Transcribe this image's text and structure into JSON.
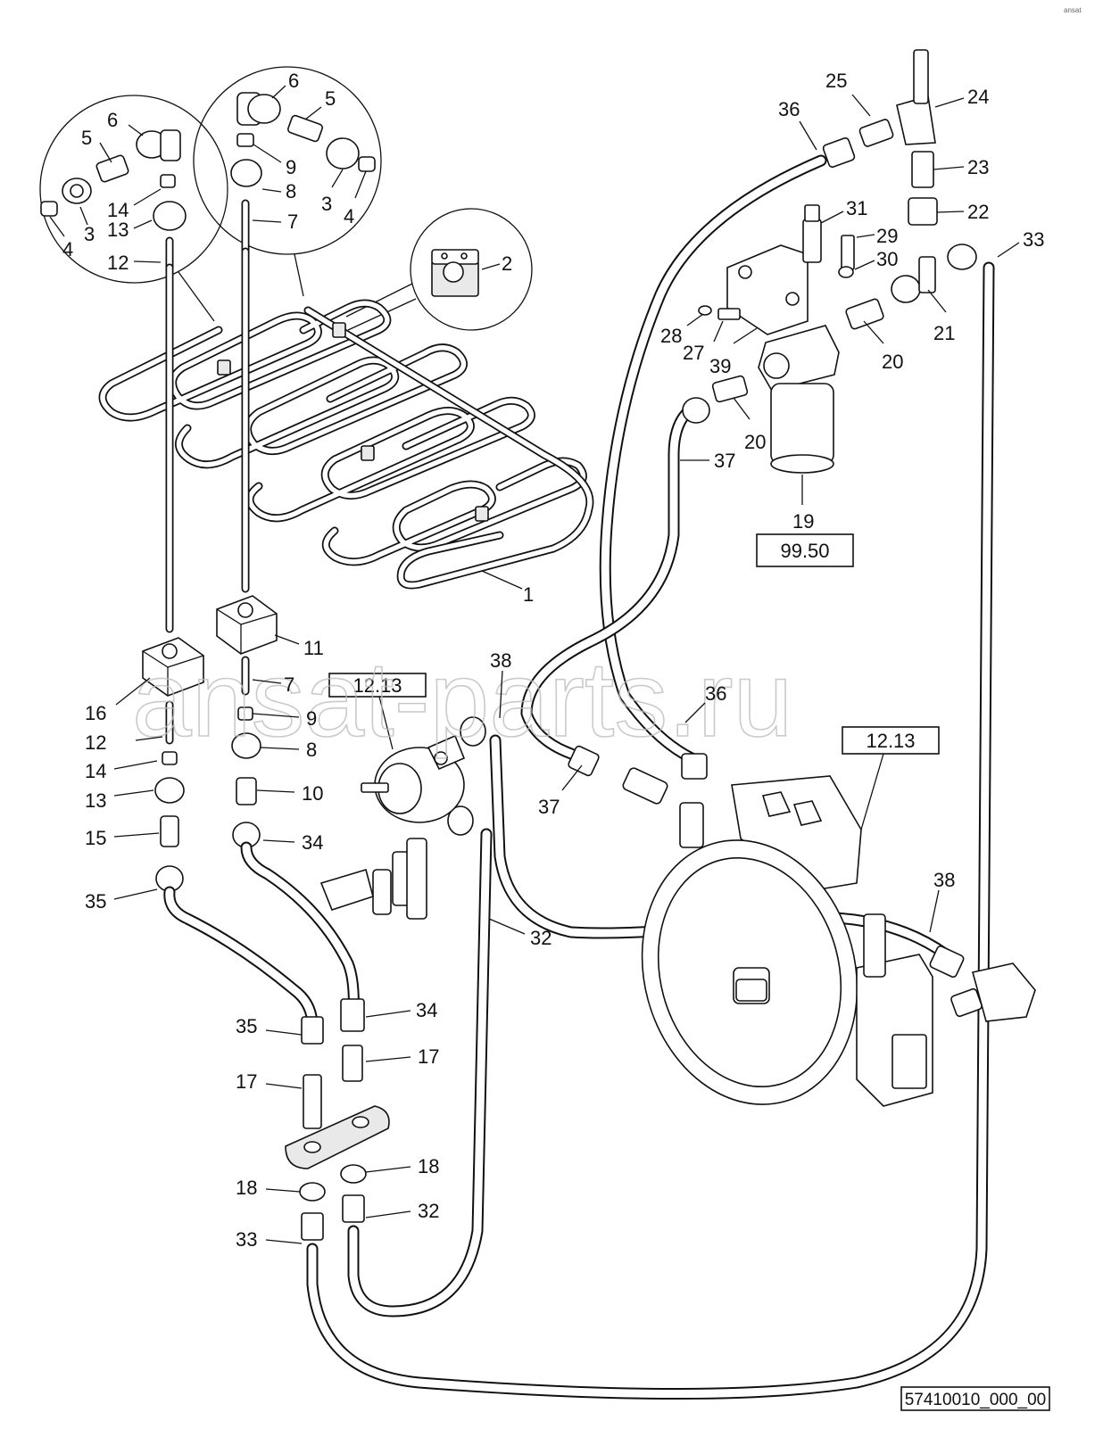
{
  "diagram": {
    "drawing_number": "57410010_000_00",
    "watermark": "ansat-parts.ru",
    "corner_mark": "ansat",
    "references": [
      {
        "id": "ref-99-50",
        "text": "99.50"
      },
      {
        "id": "ref-12-13-left",
        "text": "12.13"
      },
      {
        "id": "ref-12-13-right",
        "text": "12.13"
      }
    ],
    "callouts": [
      {
        "text": "1"
      },
      {
        "text": "2"
      },
      {
        "text": "3"
      },
      {
        "text": "3"
      },
      {
        "text": "4"
      },
      {
        "text": "4"
      },
      {
        "text": "5"
      },
      {
        "text": "5"
      },
      {
        "text": "6"
      },
      {
        "text": "6"
      },
      {
        "text": "7"
      },
      {
        "text": "7"
      },
      {
        "text": "8"
      },
      {
        "text": "8"
      },
      {
        "text": "9"
      },
      {
        "text": "9"
      },
      {
        "text": "10"
      },
      {
        "text": "11"
      },
      {
        "text": "12"
      },
      {
        "text": "12"
      },
      {
        "text": "13"
      },
      {
        "text": "13"
      },
      {
        "text": "14"
      },
      {
        "text": "14"
      },
      {
        "text": "15"
      },
      {
        "text": "16"
      },
      {
        "text": "17"
      },
      {
        "text": "17"
      },
      {
        "text": "18"
      },
      {
        "text": "18"
      },
      {
        "text": "19"
      },
      {
        "text": "20"
      },
      {
        "text": "20"
      },
      {
        "text": "21"
      },
      {
        "text": "22"
      },
      {
        "text": "23"
      },
      {
        "text": "24"
      },
      {
        "text": "25"
      },
      {
        "text": "27"
      },
      {
        "text": "28"
      },
      {
        "text": "29"
      },
      {
        "text": "30"
      },
      {
        "text": "31"
      },
      {
        "text": "32"
      },
      {
        "text": "32"
      },
      {
        "text": "33"
      },
      {
        "text": "33"
      },
      {
        "text": "34"
      },
      {
        "text": "34"
      },
      {
        "text": "35"
      },
      {
        "text": "35"
      },
      {
        "text": "36"
      },
      {
        "text": "36"
      },
      {
        "text": "37"
      },
      {
        "text": "37"
      },
      {
        "text": "38"
      },
      {
        "text": "38"
      },
      {
        "text": "39"
      }
    ]
  }
}
